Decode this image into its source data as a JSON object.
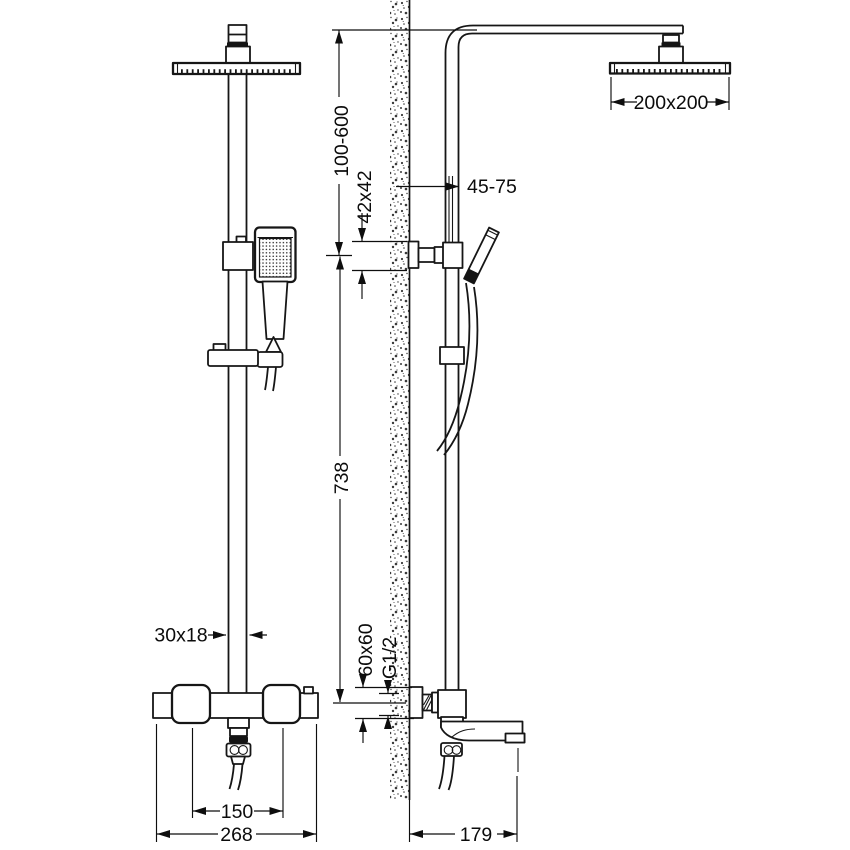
{
  "drawing": {
    "type": "technical-dimension-drawing",
    "subject": "thermostatic shower column with overhead rain shower, hand shower and bath spout — front and wall-side views",
    "background": "#ffffff",
    "line_color": "#161616",
    "labels": {
      "height_adjust_range": "100-600",
      "wall_bracket_size": "42x42",
      "wall_clearance_range": "45-75",
      "head_size": "200x200",
      "column_height": "738",
      "column_profile": "30x18",
      "valve_body_size": "60x60",
      "connection_thread": "G1/2",
      "inlet_centers": "150",
      "valve_width": "268",
      "spout_projection": "179"
    }
  }
}
